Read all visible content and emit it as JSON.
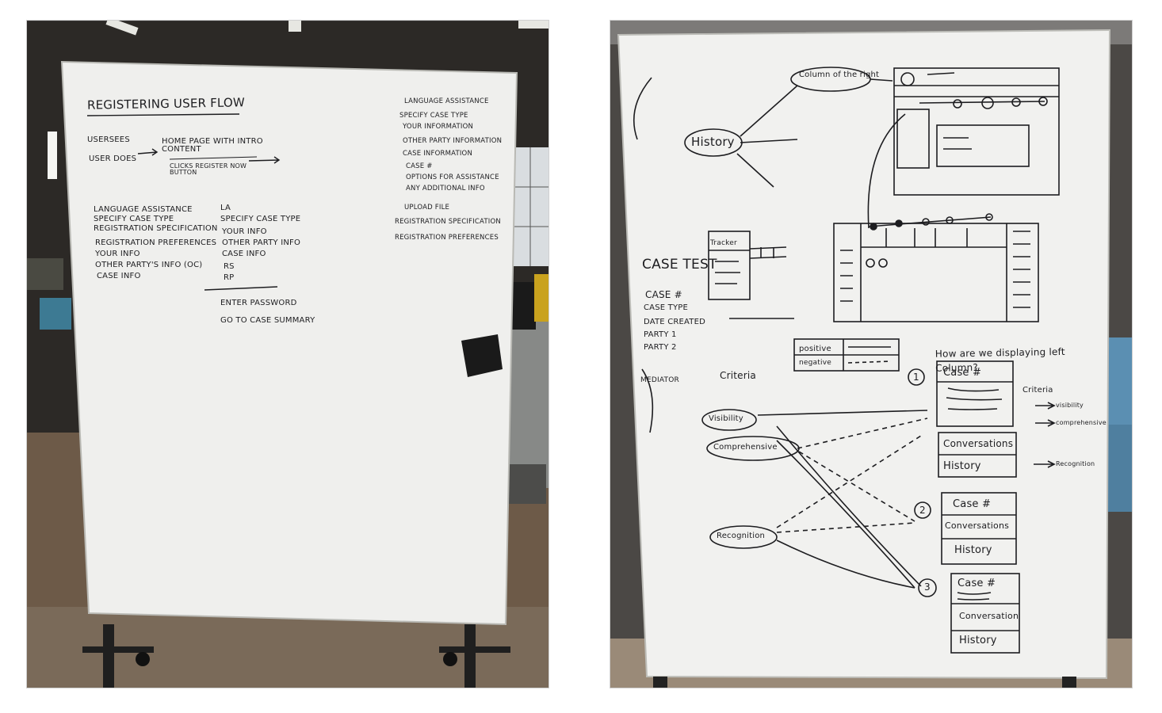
{
  "images": [
    {
      "name": "registering-user-flow-whiteboard",
      "title": "REGISTERING USER FLOW",
      "flow": {
        "start_label": "USERSEES",
        "start_sub": "USER DOES",
        "homepage_label": "HOME PAGE WITH INTRO CONTENT",
        "homepage_sub": "CLICKS REGISTER NOW BUTTON"
      },
      "list_left": [
        "LANGUAGE ASSISTANCE",
        "SPECIFY CASE TYPE",
        "REGISTRATION SPECIFICATION",
        "REGISTRATION PREFERENCES",
        "YOUR INFO",
        "OTHER PARTY'S INFO (OC)",
        "CASE INFO"
      ],
      "list_middle": [
        "LA",
        "SPECIFY CASE TYPE",
        "YOUR INFO",
        "OTHER PARTY INFO",
        "CASE INFO",
        "RS",
        "RP"
      ],
      "list_bottom": [
        "ENTER PASSWORD",
        "GO TO CASE SUMMARY"
      ],
      "list_right": [
        "LANGUAGE ASSISTANCE",
        "SPECIFY CASE TYPE",
        "YOUR INFORMATION",
        "OTHER PARTY INFORMATION",
        "CASE INFORMATION",
        "CASE #",
        "OPTIONS FOR ASSISTANCE",
        "ANY ADDITIONAL INFO",
        "UPLOAD FILE",
        "REGISTRATION SPECIFICATION",
        "REGISTRATION PREFERENCES"
      ]
    },
    {
      "name": "ui-sketch-whiteboard",
      "bubbles": {
        "column": "Column of the right",
        "history": "History",
        "visibility": "Visibility",
        "comprehensive": "Comprehensive",
        "recognition": "Recognition"
      },
      "sketch_labels": {
        "tracker": "Tracker",
        "case_test": "CASE TEST",
        "case_num": "CASE #",
        "legend": "Criteria",
        "positive": "positive",
        "negative": "negative"
      },
      "left_list": [
        "CASE #",
        "CASE TYPE",
        "DATE CREATED",
        "PARTY 1",
        "PARTY 2",
        "MEDIATOR"
      ],
      "question": "How are we displaying left Column?",
      "criteria": {
        "title": "Criteria",
        "items": [
          "visibility",
          "comprehensive",
          "Recognition"
        ]
      },
      "options": [
        {
          "number": "1",
          "rows": [
            "Case #",
            "Conversations",
            "History"
          ]
        },
        {
          "number": "2",
          "rows": [
            "Case #",
            "Conversations",
            "History"
          ]
        },
        {
          "number": "3",
          "rows": [
            "Case #",
            "Conversation",
            "History"
          ]
        }
      ]
    }
  ],
  "colors": {
    "board": "#f2f2f0",
    "ink": "#1d1d20",
    "floor": "#6b5a49"
  }
}
